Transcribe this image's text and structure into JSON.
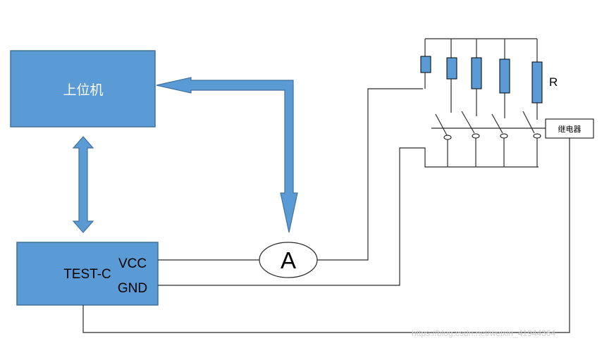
{
  "blocks": {
    "host_label": "上位机",
    "tester_label": "TEST-C",
    "vcc_label": "VCC",
    "gnd_label": "GND"
  },
  "meter": {
    "label": "A"
  },
  "resistor": {
    "label": "R"
  },
  "relay": {
    "label": "继电器"
  },
  "watermark": "https://blog.csdn.net/weixin_41944364",
  "colors": {
    "block_fill": "#5b9bd5",
    "block_stroke": "#41719c",
    "arrow_fill": "#5b9bd5",
    "wire": "#2b2b2b"
  }
}
